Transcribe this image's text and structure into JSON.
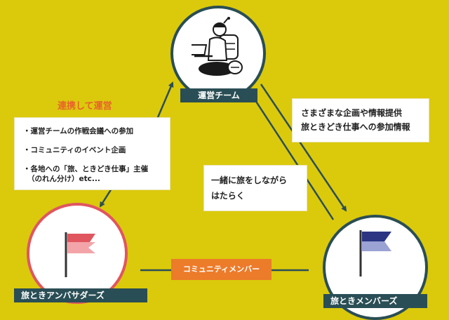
{
  "nodes": {
    "operations": {
      "label": "運営チーム",
      "icon": "traveler-with-laptop-icon"
    },
    "ambassadors": {
      "label": "旅ときアンバサダーズ",
      "icon": "red-pink-flag-icon"
    },
    "members": {
      "label": "旅ときメンバーズ",
      "icon": "navy-blue-flag-icon"
    }
  },
  "left_panel": {
    "heading": "連携して運営",
    "items": [
      {
        "text": "・運営チームの作戦会議への参加"
      },
      {
        "text": "・コミュニティのイベント企画"
      },
      {
        "text": "・各地への「旅、ときどき仕事」主催",
        "text2": "（のれん分け）etc..."
      }
    ]
  },
  "right_panel": {
    "line1": "さまざまな企画や情報提供",
    "line2": "旅ときどき仕事への参加情報"
  },
  "center_panel": {
    "line1": "一緒に旅をしながら",
    "line2": "はたらく"
  },
  "community_badge": "コミュニティメンバー",
  "colors": {
    "background": "#dbc90c",
    "dark_teal": "#2a4e55",
    "accent_orange": "#ec7b2a",
    "heading_orange": "#e8622a",
    "ambassador_red": "#e0565f",
    "member_navy": "#2b3582"
  }
}
